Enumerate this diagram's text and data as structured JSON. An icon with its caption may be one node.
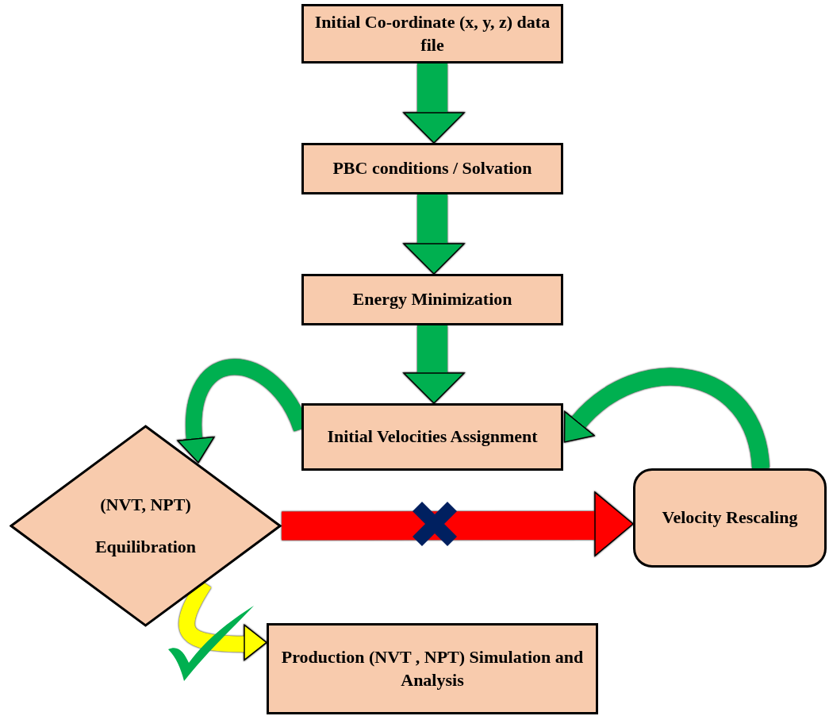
{
  "diagram": {
    "nodes": [
      {
        "text": [
          "Initial Co-ordinate (x, y, z) data file"
        ]
      },
      {
        "text": [
          "PBC conditions / Solvation"
        ]
      },
      {
        "text": [
          "Energy Minimization"
        ]
      },
      {
        "text": [
          "Initial Velocities Assignment"
        ]
      },
      {
        "text": [
          "(NVT, NPT)",
          "Equilibration"
        ]
      },
      {
        "text": [
          "Velocity Rescaling"
        ]
      },
      {
        "text": [
          "Production (NVT , NPT) Simulation and Analysis"
        ]
      }
    ],
    "edges": [
      {
        "from": 0,
        "to": 1,
        "arrow": "to"
      },
      {
        "from": 1,
        "to": 2,
        "arrow": "to"
      },
      {
        "from": 2,
        "to": 3,
        "arrow": "to"
      },
      {
        "from": 3,
        "to": 4,
        "arrow": "to"
      },
      {
        "from": 5,
        "to": 3,
        "arrow": "to"
      },
      {
        "from": 4,
        "to": 5,
        "arrow": "to",
        "color": "#ff0000"
      },
      {
        "from": 4,
        "to": 6,
        "arrow": "to",
        "color": "#ffff00"
      }
    ]
  }
}
